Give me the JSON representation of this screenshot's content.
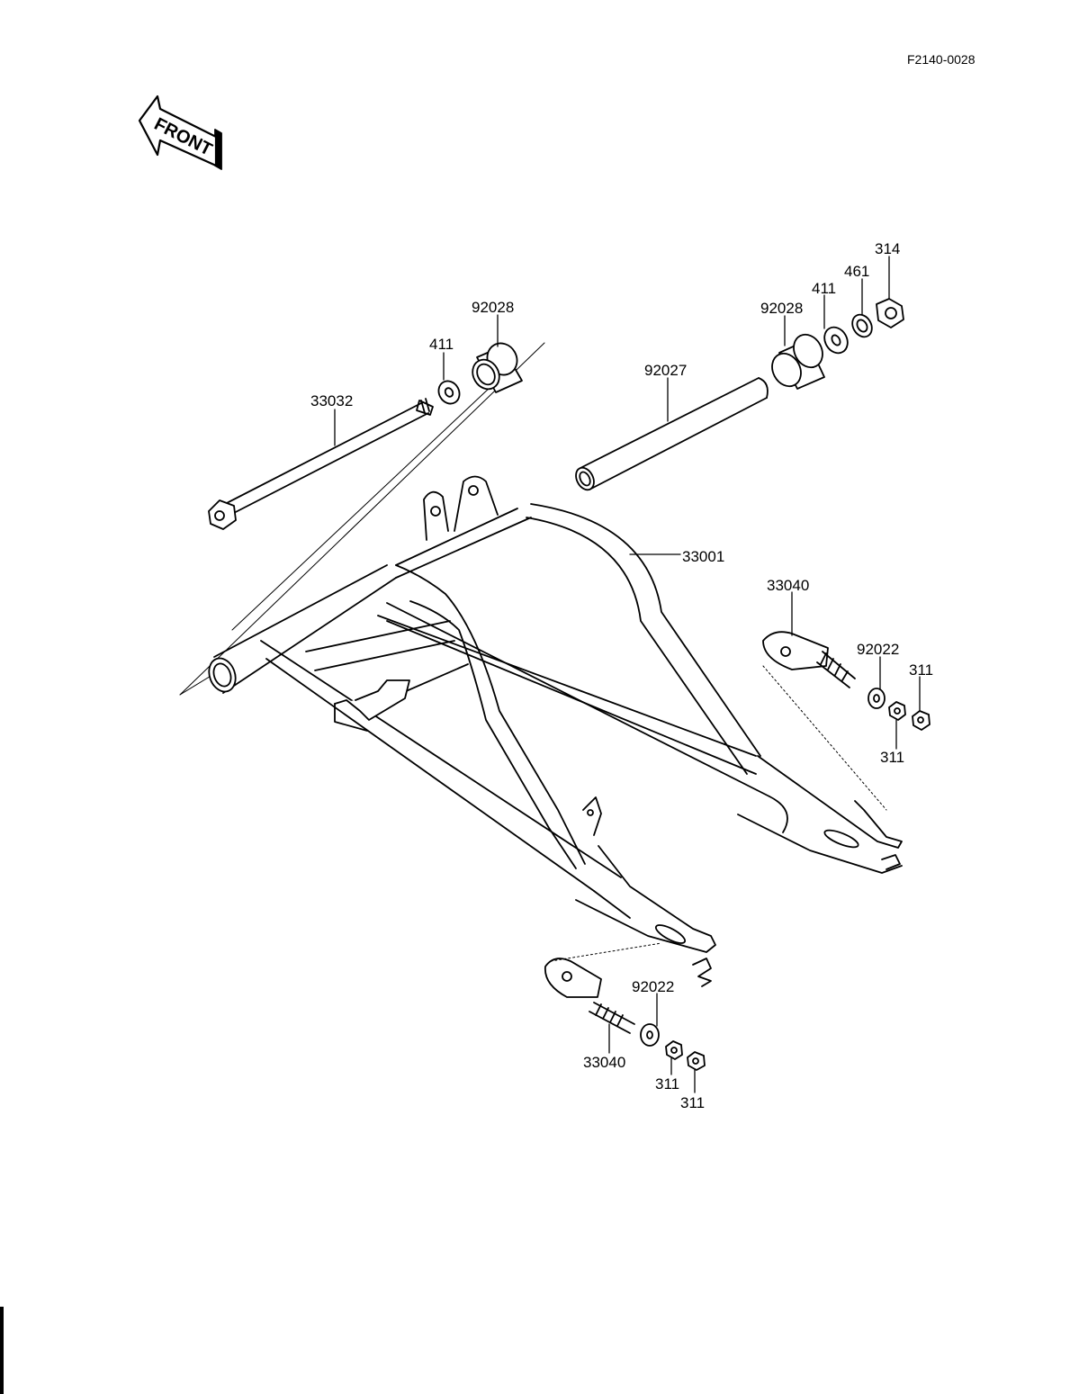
{
  "document_id": "F2140-0028",
  "front_arrow": {
    "label": "FRONT",
    "icon": "front-direction-arrow-icon"
  },
  "parts": [
    {
      "ref": "92028",
      "slot": "top-pivot-collar-left"
    },
    {
      "ref": "411",
      "slot": "top-washer-left"
    },
    {
      "ref": "33032",
      "slot": "pivot-bolt"
    },
    {
      "ref": "92028",
      "slot": "top-pivot-collar-right"
    },
    {
      "ref": "314",
      "slot": "pivot-nut"
    },
    {
      "ref": "461",
      "slot": "pivot-washer-461"
    },
    {
      "ref": "411",
      "slot": "top-washer-right"
    },
    {
      "ref": "92027",
      "slot": "pivot-sleeve"
    },
    {
      "ref": "33001",
      "slot": "swing-arm"
    },
    {
      "ref": "33040",
      "slot": "chain-adjuster-right"
    },
    {
      "ref": "92022",
      "slot": "adjuster-washer-right"
    },
    {
      "ref": "311",
      "slot": "adjuster-nut-right-outer"
    },
    {
      "ref": "311",
      "slot": "adjuster-nut-right-inner"
    },
    {
      "ref": "92022",
      "slot": "adjuster-washer-left"
    },
    {
      "ref": "33040",
      "slot": "chain-adjuster-left"
    },
    {
      "ref": "311",
      "slot": "adjuster-nut-left-1"
    },
    {
      "ref": "311",
      "slot": "adjuster-nut-left-2"
    }
  ]
}
